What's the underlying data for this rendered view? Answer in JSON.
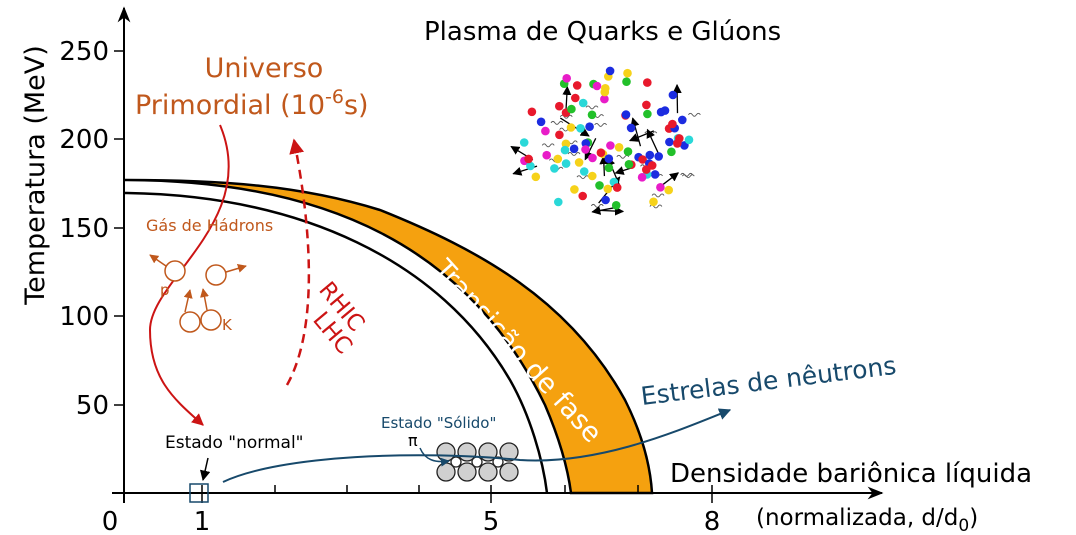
{
  "axes": {
    "y_label": "Temperatura (MeV)",
    "y_ticks": [
      "250",
      "200",
      "150",
      "100",
      "50"
    ],
    "x_origin": "0",
    "x_ticks": [
      "1",
      "5",
      "8"
    ],
    "x_label": "Densidade bariônica líquida",
    "x_sublabel": "(normalizada, d/d",
    "x_sublabel_sub": "0",
    "x_sublabel_end": ")"
  },
  "labels": {
    "qgp": "Plasma de Quarks e Glúons",
    "universe_line1": "Universo",
    "universe_line2": "Primordial (10",
    "universe_exp": "-6",
    "universe_end": "s)",
    "hadron_gas": "Gás de Hádrons",
    "proton": "p",
    "kaon": "K",
    "rhic": "RHIC",
    "lhc": "LHC",
    "phase_transition": "Transição de fase",
    "neutron_stars": "Estrelas de nêutrons",
    "normal_state": "Estado \"normal\"",
    "solid_state": "Estado \"Sólido\"",
    "pi": "π"
  },
  "colors": {
    "band": "#f5a10f",
    "universe": "#c0581c",
    "rhic": "#cc1414",
    "neutron": "#17496b",
    "gluon_colors": [
      "#e8192c",
      "#22c02a",
      "#1c2ce0",
      "#f6d21a",
      "#2ad8d8",
      "#e81cc8"
    ]
  }
}
